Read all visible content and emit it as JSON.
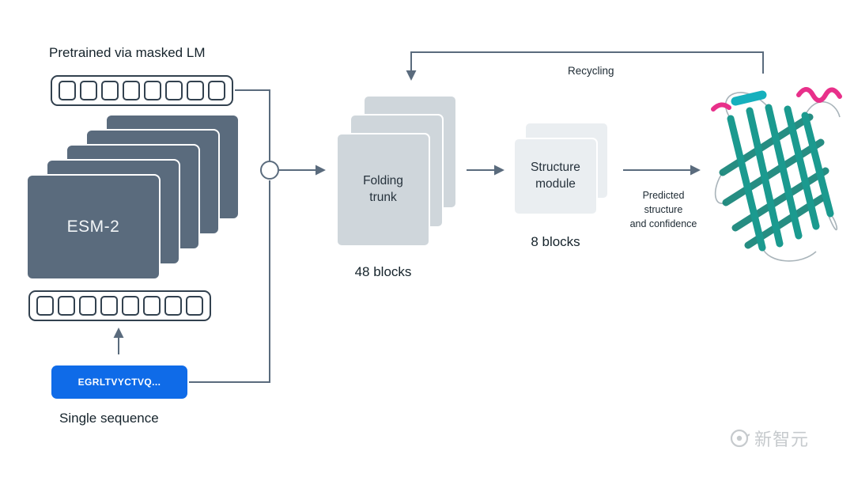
{
  "labels": {
    "pretrained": "Pretrained via masked LM",
    "esm2": "ESM-2",
    "single_sequence": "Single sequence",
    "sequence": "EGRLTVYCTVQ...",
    "folding_trunk": "Folding trunk",
    "folding_trunk_blocks": "48 blocks",
    "structure_module": "Structure module",
    "structure_module_blocks": "8 blocks",
    "recycling": "Recycling",
    "predicted_lines": [
      "Predicted",
      "structure",
      "and confidence"
    ],
    "watermark": "新智元"
  },
  "token_rows": {
    "top_count": 8,
    "bottom_count": 8
  },
  "colors": {
    "esm_card": "#5a6b7d",
    "trunk_card": "#cfd6db",
    "module_card": "#eaeef1",
    "sequence_button": "#0f6be8",
    "connector": "#5a6b7d",
    "protein_teal": "#1b9a8f",
    "protein_pink": "#e8308a",
    "watermark": "#c6cacd"
  }
}
